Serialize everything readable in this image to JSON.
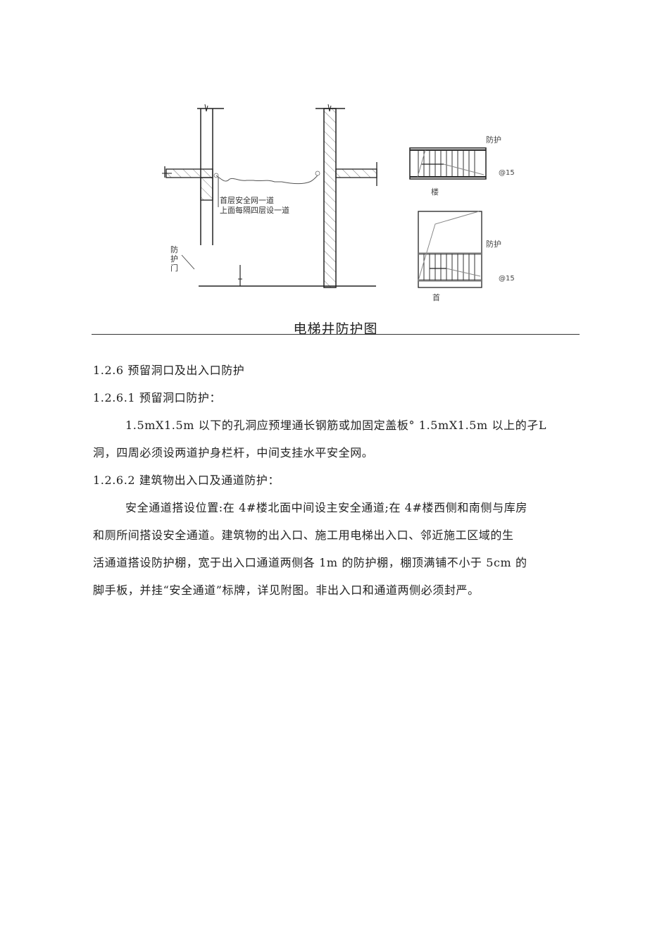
{
  "figure": {
    "net_label_line1": "首层安全网一道",
    "net_label_line2": "上面每隔四层设一道",
    "door_label": "防护门",
    "railing_top": {
      "label": "防护",
      "spacing": "@15",
      "caption": "楼"
    },
    "railing_bottom": {
      "label": "防护",
      "spacing": "@15",
      "caption": "首"
    },
    "caption": "电梯井防护图"
  },
  "sections": {
    "heading_1": "1.2.6 预留洞口及出入口防护",
    "heading_2": "1.2.6.1 预留洞口防护：",
    "para_1": {
      "line1": "1.5mX1.5m 以下的孔洞应预埋通长钢筋或加固定盖板° 1.5mX1.5m 以上的孑L",
      "line2": "洞，四周必须设两道护身栏杆，中间支挂水平安全网。"
    },
    "heading_3": "1.2.6.2 建筑物出入口及通道防护：",
    "para_2": {
      "line1": "安全通道搭设位置:在 4#楼北面中间设主安全通道;在 4#楼西侧和南侧与库房",
      "line2": "和厕所间搭设安全通道。建筑物的出入口、施工用电梯出入口、邻近施工区域的生",
      "line3": "活通道搭设防护棚，宽于出入口通道两侧各 1m 的防护棚，棚顶满铺不小于 5cm 的",
      "line4": "脚手板，并挂“安全通道”标牌，详见附图。非出入口和通道两侧必须封严。"
    }
  }
}
